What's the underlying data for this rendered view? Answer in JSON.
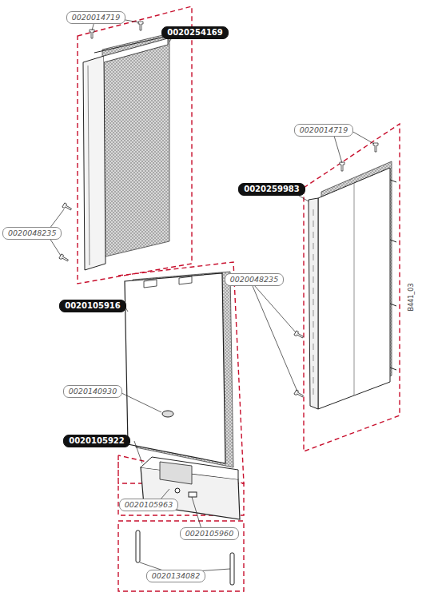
{
  "diagram": {
    "labels": [
      "0020014719",
      "0020254169",
      "0020048235",
      "0020014719",
      "0020259983",
      "0020048235",
      "B441_03",
      "0020105916",
      "0020140930",
      "0020105922",
      "0020105963",
      "0020105960",
      "0020134082"
    ]
  }
}
